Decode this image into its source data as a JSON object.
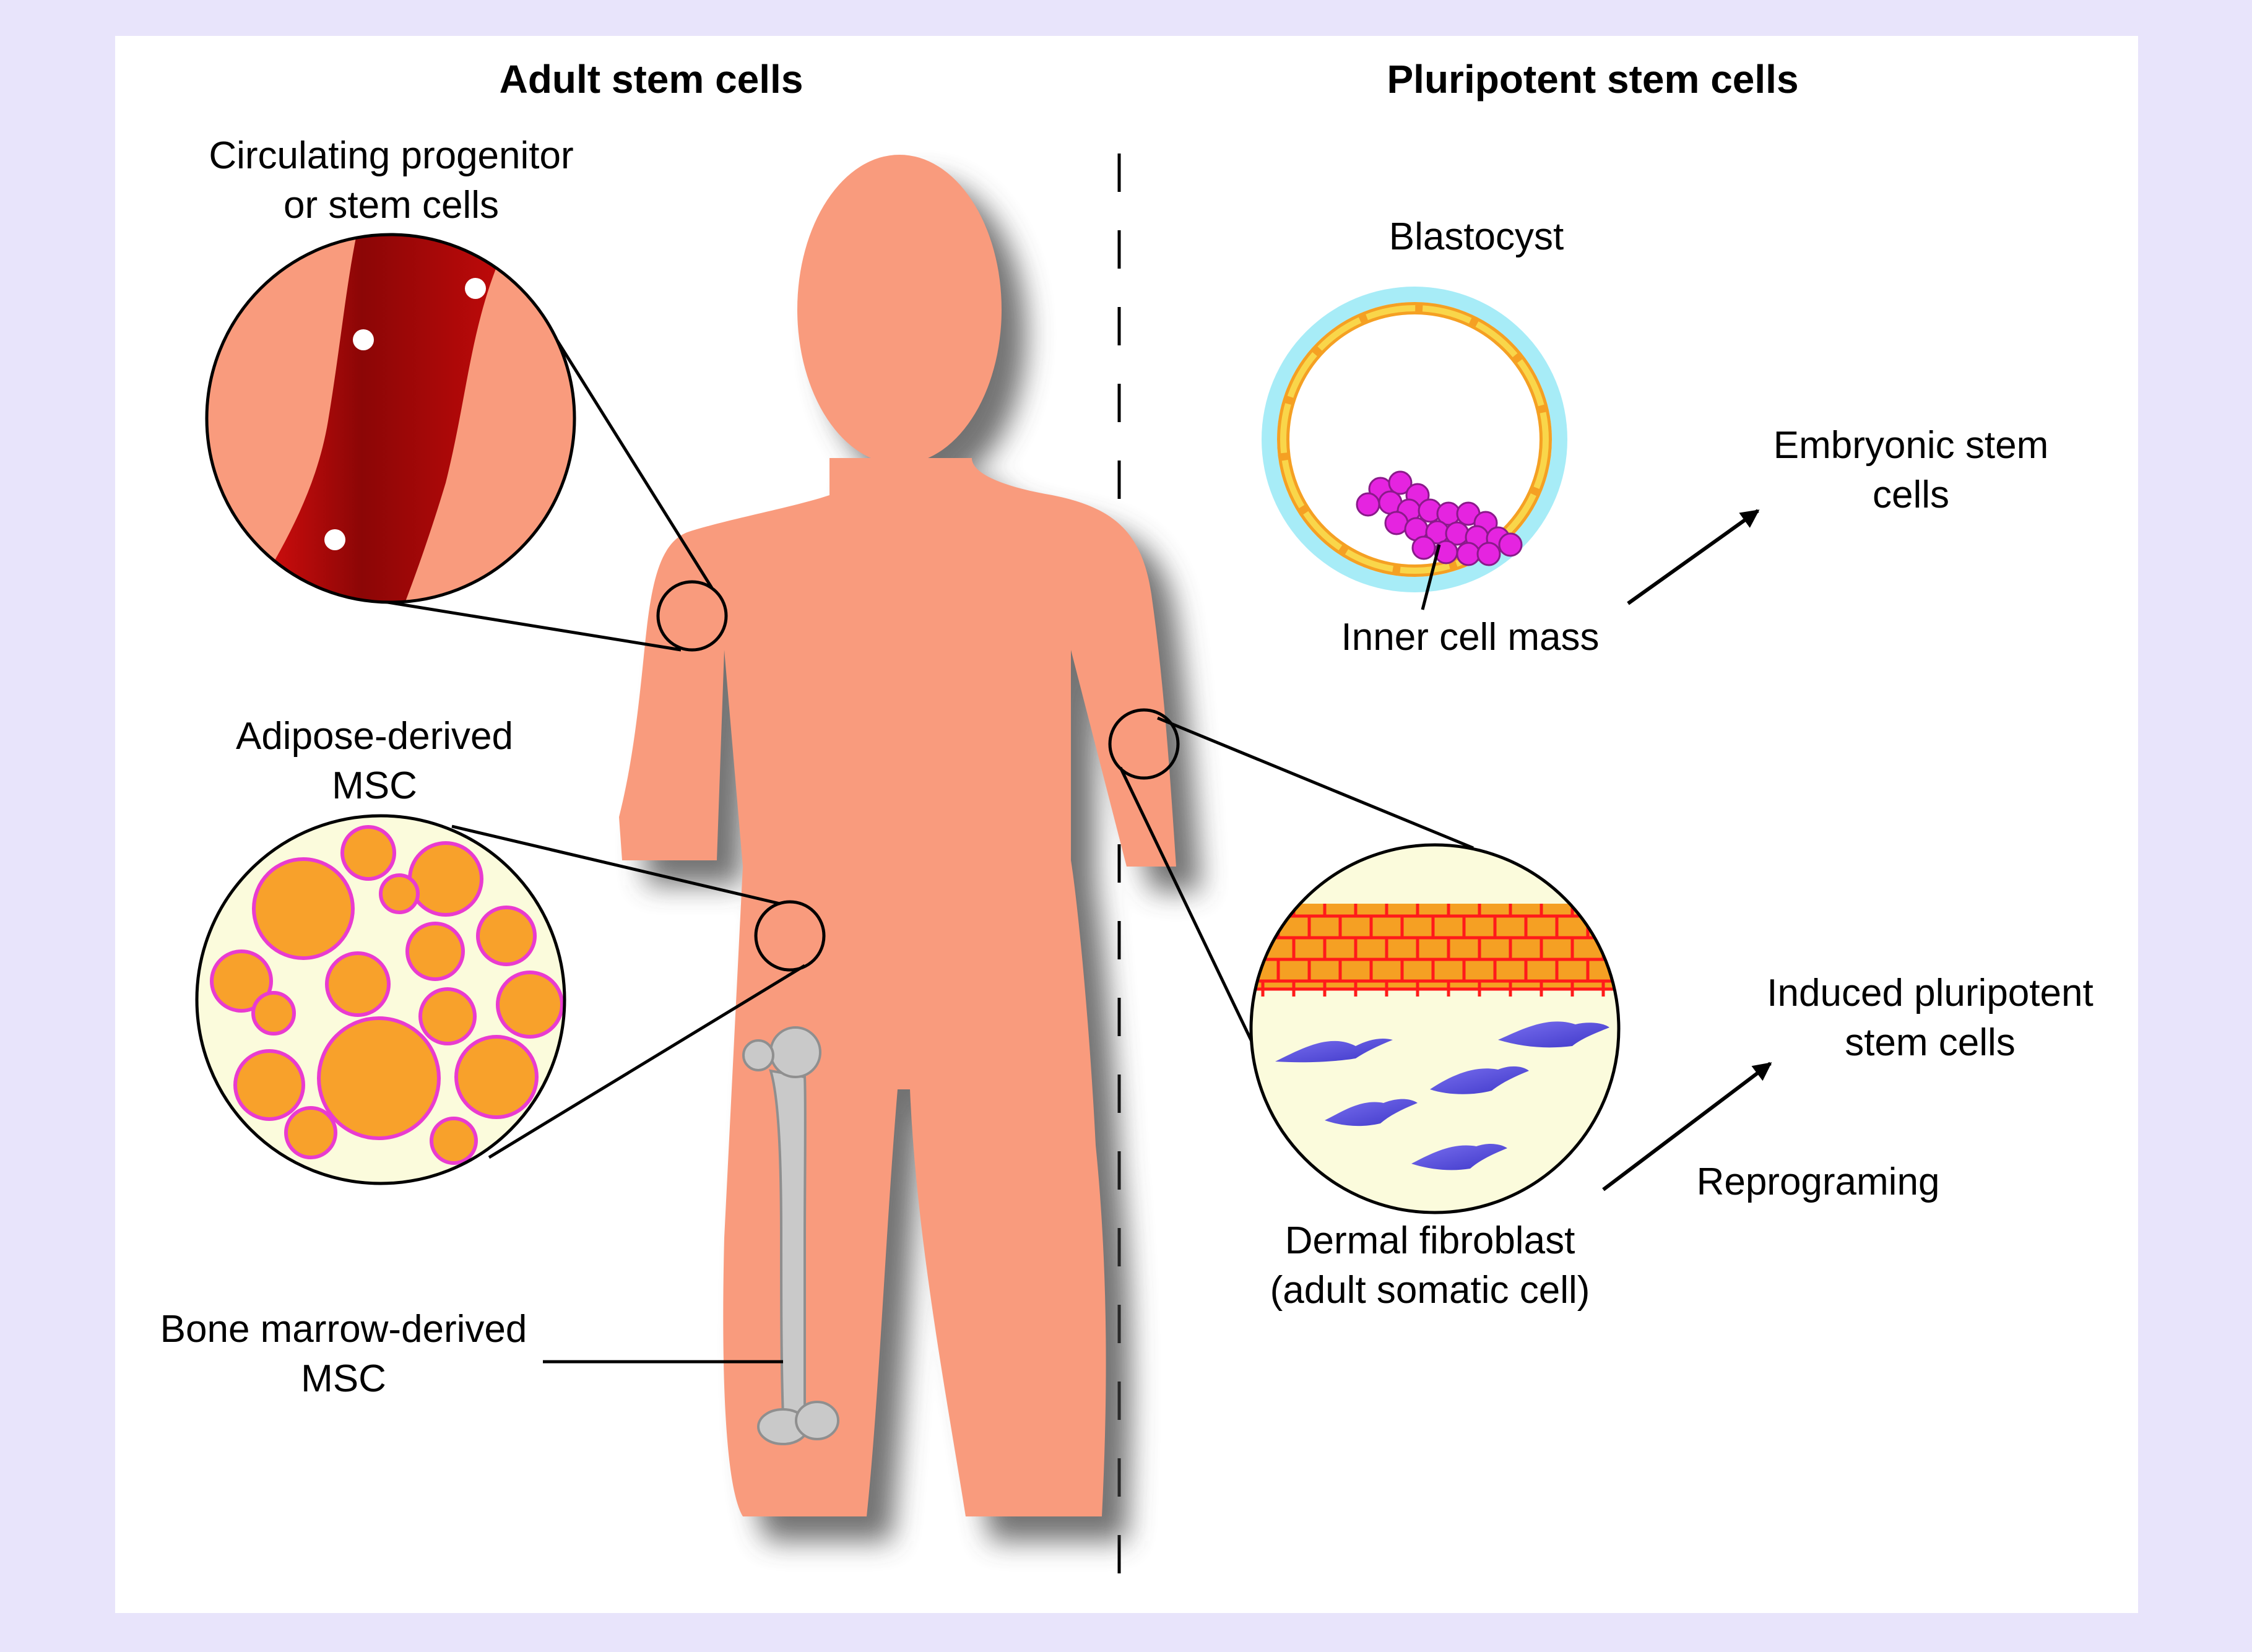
{
  "headers": {
    "adult": "Adult stem cells",
    "pluripotent": "Pluripotent stem cells"
  },
  "labels": {
    "circulating_1": "Circulating progenitor",
    "circulating_2": "or stem cells",
    "adipose_1": "Adipose-derived",
    "adipose_2": "MSC",
    "bone_1": "Bone marrow-derived",
    "bone_2": "MSC",
    "blastocyst": "Blastocyst",
    "inner_cell_mass": "Inner cell mass",
    "embryonic_1": "Embryonic stem",
    "embryonic_2": "cells",
    "dermal_1": "Dermal fibroblast",
    "dermal_2": "(adult somatic cell)",
    "induced_1": "Induced pluripotent",
    "induced_2": "stem cells",
    "reprograming": "Reprograming"
  },
  "colors": {
    "background": "#e8e4fb",
    "panel": "#ffffff",
    "skin": "#f99b7d",
    "blood_vessel": "#9b0a0a",
    "fat_cell": "#f8a12b",
    "fat_cell_border": "#e93bd0",
    "circle_fill": "#fbfbdc",
    "blastocyst_outer": "#a7ecf7",
    "trophoblast": "#f9c92b",
    "icm": "#e524e0",
    "fibroblast": "#5e55e0",
    "epidermis": "#f5a023",
    "epidermis_border": "#ff1a1a",
    "bone": "#c9c9c9"
  }
}
